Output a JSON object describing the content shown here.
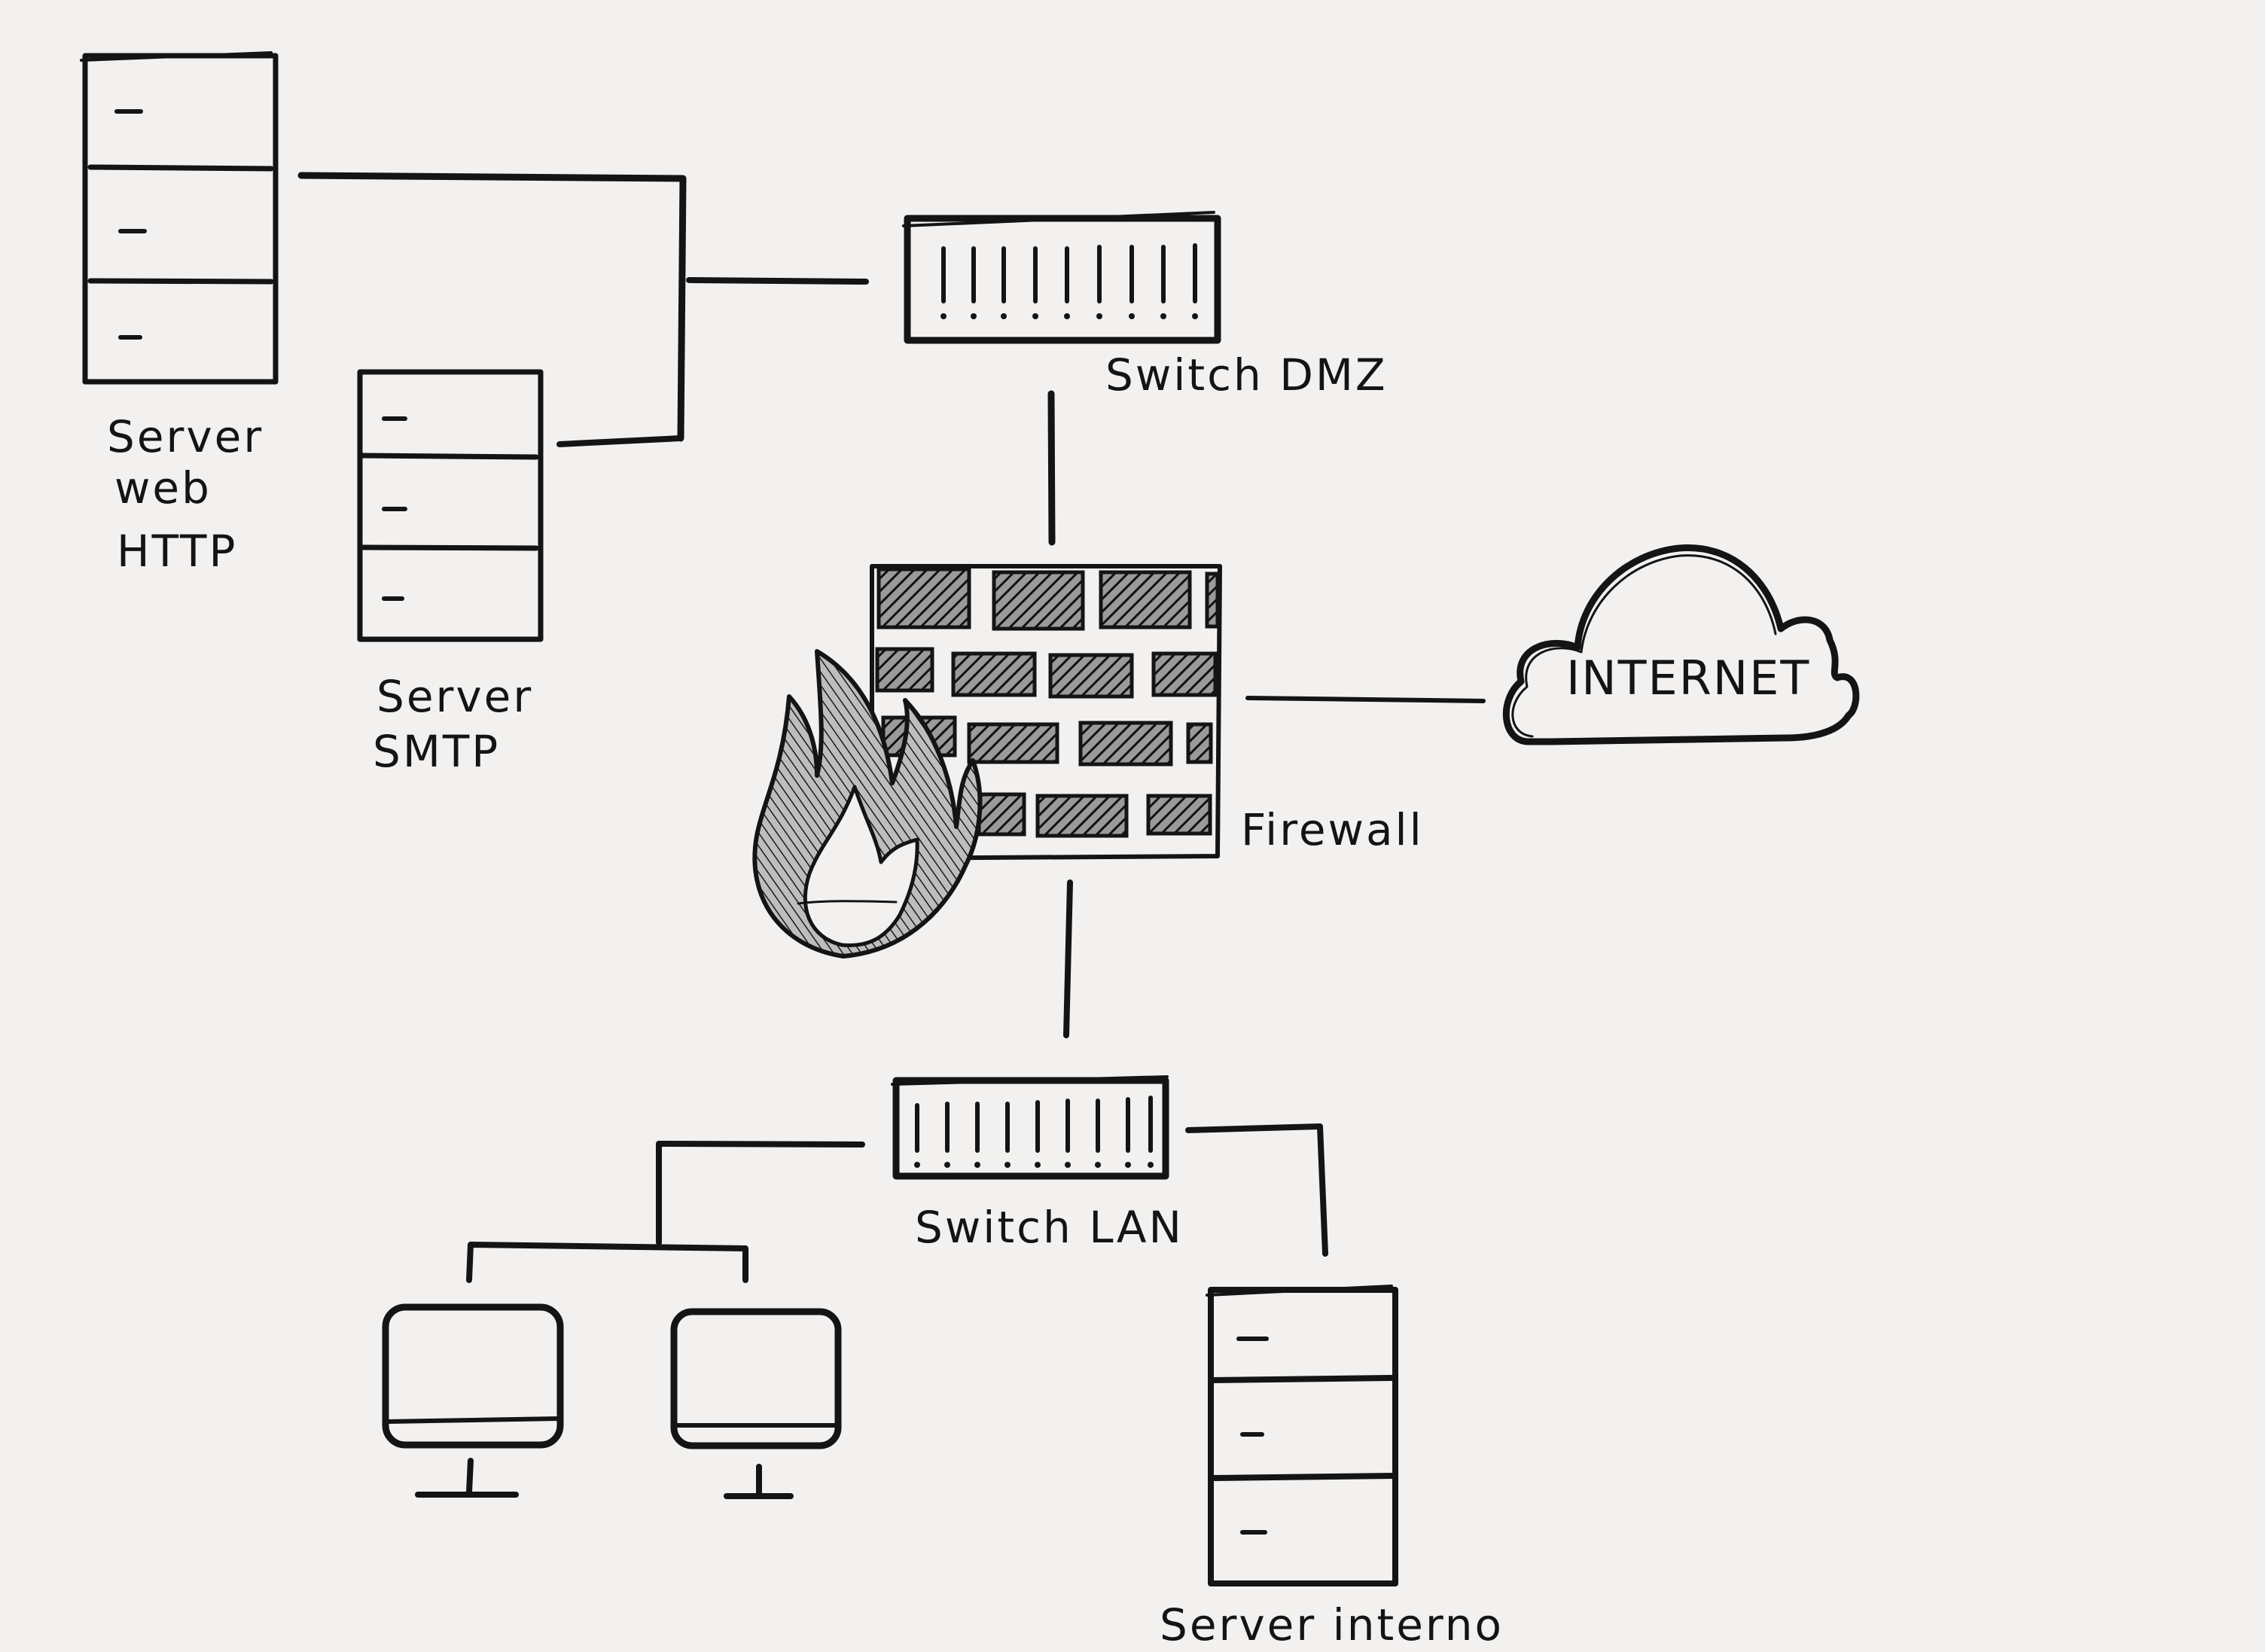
{
  "diagram": {
    "nodes": {
      "server_web": {
        "label_lines": [
          "Server",
          "web",
          "HTTP"
        ],
        "icon": "server-rack-icon"
      },
      "server_smtp": {
        "label_lines": [
          "Server",
          "SMTP"
        ],
        "icon": "server-rack-icon"
      },
      "switch_dmz": {
        "label": "Switch DMZ",
        "icon": "network-switch-icon"
      },
      "firewall": {
        "label": "Firewall",
        "icon": "firewall-brick-wall-with-flame-icon"
      },
      "internet": {
        "label": "INTERNET",
        "icon": "cloud-icon"
      },
      "switch_lan": {
        "label": "Switch LAN",
        "icon": "network-switch-icon"
      },
      "pc_1": {
        "label": "",
        "icon": "desktop-monitor-icon"
      },
      "pc_2": {
        "label": "",
        "icon": "desktop-monitor-icon"
      },
      "server_interno": {
        "label": "Server interno",
        "icon": "server-rack-icon"
      }
    },
    "edges": [
      {
        "from": "server_web",
        "to": "switch_dmz"
      },
      {
        "from": "server_smtp",
        "to": "switch_dmz"
      },
      {
        "from": "switch_dmz",
        "to": "firewall"
      },
      {
        "from": "firewall",
        "to": "internet"
      },
      {
        "from": "firewall",
        "to": "switch_lan"
      },
      {
        "from": "switch_lan",
        "to": "pc_1"
      },
      {
        "from": "switch_lan",
        "to": "pc_2"
      },
      {
        "from": "switch_lan",
        "to": "server_interno"
      }
    ],
    "colors": {
      "ink": "#141414",
      "paper": "#f2f1f0"
    }
  }
}
